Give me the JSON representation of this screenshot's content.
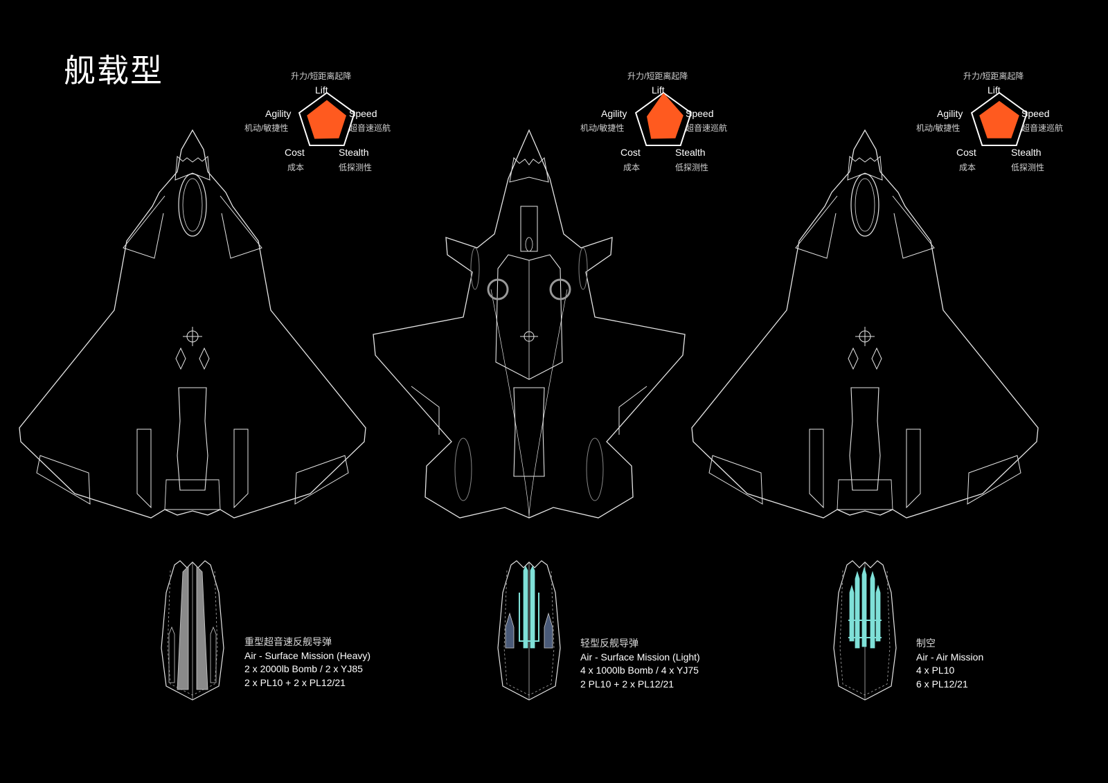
{
  "page_title": "舰载型",
  "accent_color": "#ff5a1f",
  "weapon_color": "#7fe0d8",
  "line_color": "#e6e6e6",
  "radar_labels": {
    "lift_cn": "升力/短距离起降",
    "lift_en": "Lift",
    "speed_en": "Speed",
    "speed_cn": "超音速巡航",
    "agility_en": "Agility",
    "agility_cn": "机动/敏捷性",
    "cost_en": "Cost",
    "cost_cn": "成本",
    "stealth_en": "Stealth",
    "stealth_cn": "低探测性"
  },
  "variants": [
    {
      "name": "heavy",
      "radar": {
        "lift": 0.75,
        "speed": 0.7,
        "stealth": 0.7,
        "cost": 0.72,
        "agility": 0.72
      },
      "loadout": {
        "title_cn": "重型超音速反舰导弹",
        "mission": "Air - Surface Mission (Heavy)",
        "line1": "2 x 2000lb Bomb / 2 x YJ85",
        "line2": "2 x PL10 + 2 x PL12/21"
      }
    },
    {
      "name": "light",
      "radar": {
        "lift": 1.0,
        "speed": 0.72,
        "stealth": 0.7,
        "cost": 0.72,
        "agility": 0.6
      },
      "loadout": {
        "title_cn": "轻型反舰导弹",
        "mission": "Air - Surface Mission (Light)",
        "line1": "4 x 1000lb Bomb / 4 x YJ75",
        "line2": "2 PL10 + 2 x PL12/21"
      }
    },
    {
      "name": "air",
      "radar": {
        "lift": 0.72,
        "speed": 0.72,
        "stealth": 0.7,
        "cost": 0.7,
        "agility": 0.72
      },
      "loadout": {
        "title_cn": "制空",
        "mission": "Air - Air Mission",
        "line1": "4 x PL10",
        "line2": "6 x PL12/21"
      }
    }
  ]
}
